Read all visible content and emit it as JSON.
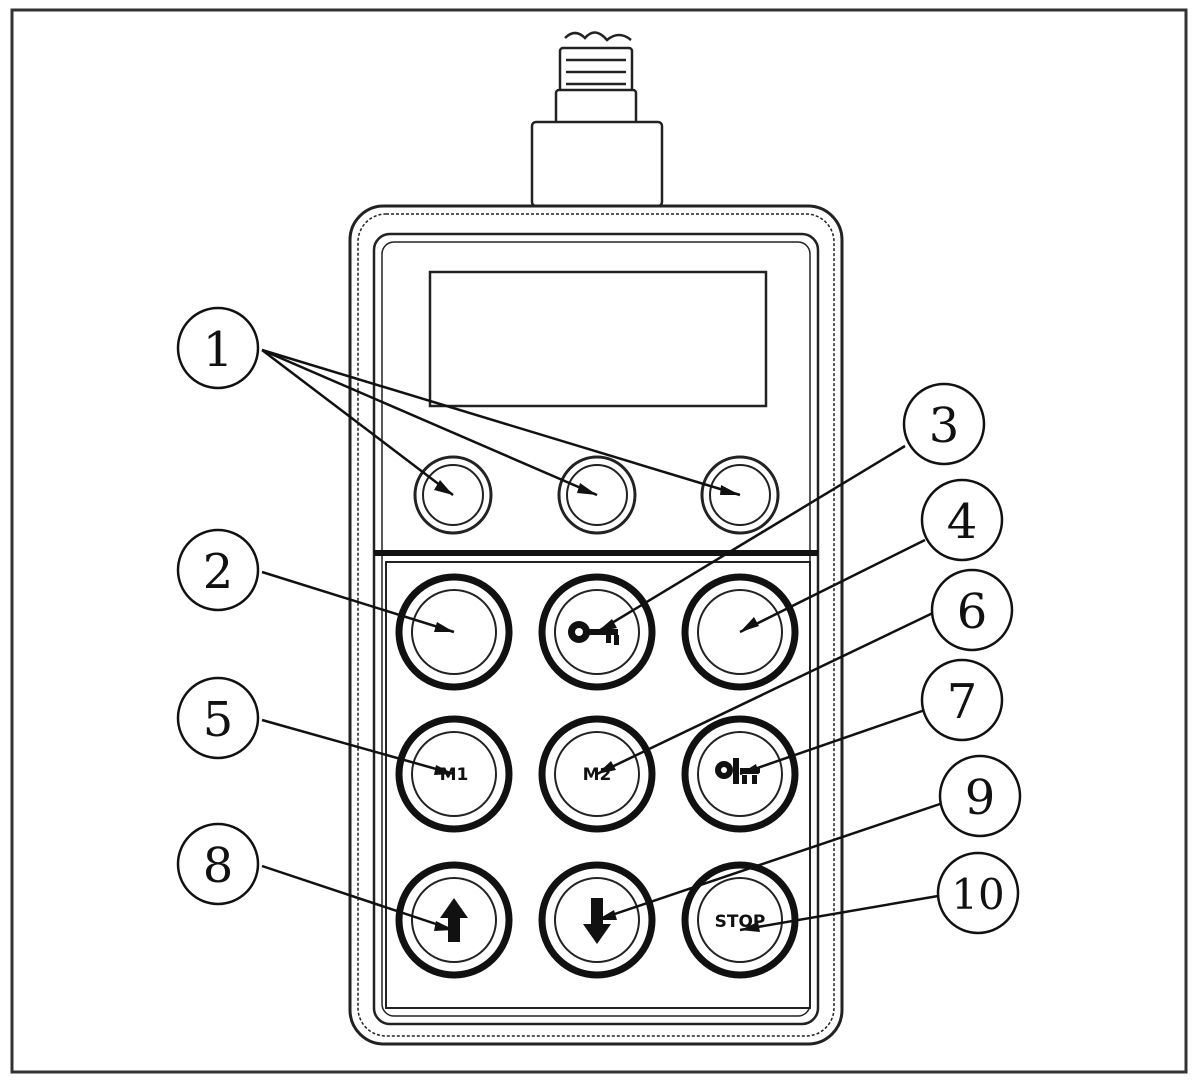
{
  "callouts": {
    "c1": "1",
    "c2": "2",
    "c3": "3",
    "c4": "4",
    "c5": "5",
    "c6": "6",
    "c7": "7",
    "c8": "8",
    "c9": "9",
    "c10": "10"
  },
  "buttons": {
    "m1_label": "M1",
    "m2_label": "M2",
    "stop_label": "STOP"
  },
  "icons": {
    "button_3": "key-icon",
    "button_7": "trailer-icon",
    "button_8": "arrow-up-icon",
    "button_9": "arrow-down-icon"
  }
}
